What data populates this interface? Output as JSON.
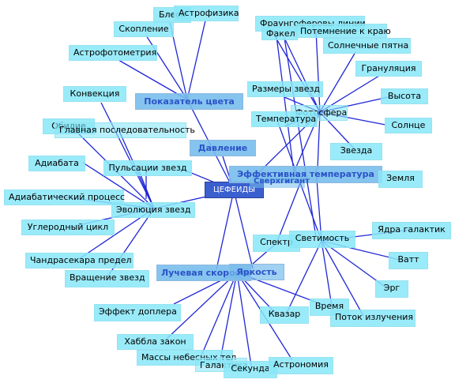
{
  "center": "ЦЕФЕИДЫ",
  "major": {
    "color_index": "Показатель цвета",
    "pressure": "Давление",
    "eff_temp": "Эффективная температура",
    "supergiant": "Сверхгигант",
    "radial_velocity": "Лучевая скорость",
    "brightness": "Яркость"
  },
  "nodes": {
    "glare": "Блеск",
    "astrophysics": "Астрофизика",
    "cluster": "Скопление",
    "astrophotometry": "Астрофотометрия",
    "fraunhofer": "Фраунгоферовы линии",
    "flare": "Факел",
    "limb_darkening": "Потемнение к краю",
    "sunspots": "Солнечные пятна",
    "granulation": "Грануляция",
    "height": "Высота",
    "sun": "Солнце",
    "star_sizes": "Размеры звезд",
    "photosphere": "Фотосфера",
    "temperature": "Температура",
    "star": "Звезда",
    "earth": "Земля",
    "convection": "Конвекция",
    "abundance": "Обилие",
    "main_sequence": "Главная последовательность",
    "adiabat": "Адиабата",
    "pulsations": "Пульсации звезд",
    "adiabatic_process": "Адиабатический процесс",
    "star_evolution": "Эволюция звезд",
    "carbon_cycle": "Углеродный цикл",
    "chandrasekhar": "Чандрасекара предел",
    "star_rotation": "Вращение звезд",
    "spectrum": "Спектр",
    "luminosity": "Светимость",
    "galactic_cores": "Ядра галактик",
    "watt": "Ватт",
    "erg": "Эрг",
    "time": "Время",
    "radiation_flux": "Поток излучения",
    "quasar": "Квазар",
    "doppler": "Эффект доплера",
    "hubble": "Хаббла закон",
    "celestial_masses": "Массы небесных тел",
    "galaxy": "Галактика",
    "second": "Секунда",
    "astronomy": "Астрономия"
  },
  "colors": {
    "edge": "#1f27d6",
    "node_fill": "#88e8f8",
    "major_fill": "#78bdec",
    "major_text": "#2a52c8",
    "center_fill": "#3a5fcf"
  }
}
